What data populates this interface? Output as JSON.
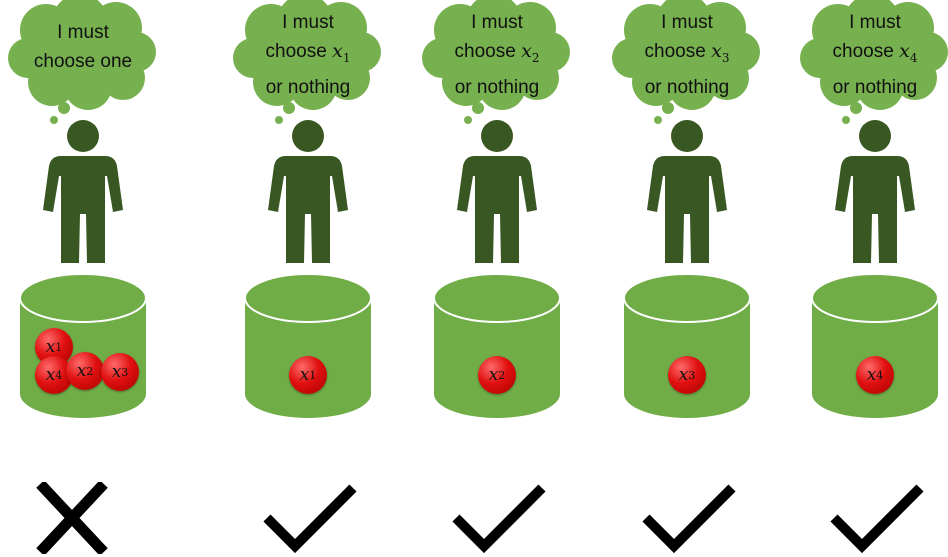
{
  "colors": {
    "bubble": "#77b04f",
    "person": "#385723",
    "barrel_body": "#70ad47",
    "barrel_top": "#a9d18e",
    "ball": "#e01010",
    "mark": "#000000"
  },
  "columns": [
    {
      "thought": {
        "line1": "I must",
        "line2": "choose one",
        "line3": ""
      },
      "thought_var": "",
      "balls": [
        {
          "symbol": "x",
          "sub": "1"
        },
        {
          "symbol": "x",
          "sub": "4"
        },
        {
          "symbol": "x",
          "sub": "2"
        },
        {
          "symbol": "x",
          "sub": "3"
        }
      ],
      "verdict": "cross"
    },
    {
      "thought": {
        "line1": "I must",
        "line2": "choose",
        "line3": "or nothing"
      },
      "thought_var": "1",
      "balls": [
        {
          "symbol": "x",
          "sub": "1"
        }
      ],
      "verdict": "check"
    },
    {
      "thought": {
        "line1": "I must",
        "line2": "choose",
        "line3": "or nothing"
      },
      "thought_var": "2",
      "balls": [
        {
          "symbol": "x",
          "sub": "2"
        }
      ],
      "verdict": "check"
    },
    {
      "thought": {
        "line1": "I must",
        "line2": "choose",
        "line3": "or nothing"
      },
      "thought_var": "3",
      "balls": [
        {
          "symbol": "x",
          "sub": "3"
        }
      ],
      "verdict": "check"
    },
    {
      "thought": {
        "line1": "I must",
        "line2": "choose",
        "line3": "or nothing"
      },
      "thought_var": "4",
      "balls": [
        {
          "symbol": "x",
          "sub": "4"
        }
      ],
      "verdict": "check"
    }
  ]
}
